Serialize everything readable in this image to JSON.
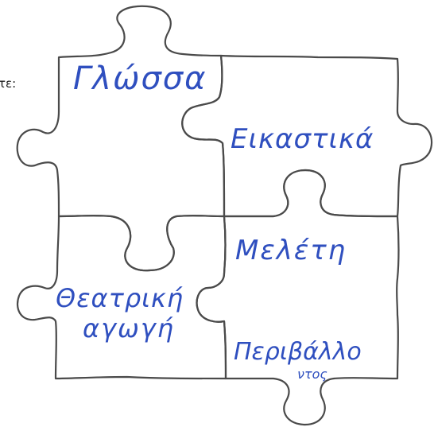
{
  "prompt_fragment": "τε:",
  "ink_color": "#2f4fbf",
  "outline_color": "#4a4a4a",
  "pieces": [
    {
      "label": "Γλώσσα"
    },
    {
      "label": "Εικαστικά"
    },
    {
      "label": "Μελέτη"
    },
    {
      "label_line1": "Θεατρική",
      "label_line2": "αγωγή"
    },
    {
      "label": "Περιβάλλο",
      "label_suffix": "ντος"
    }
  ]
}
